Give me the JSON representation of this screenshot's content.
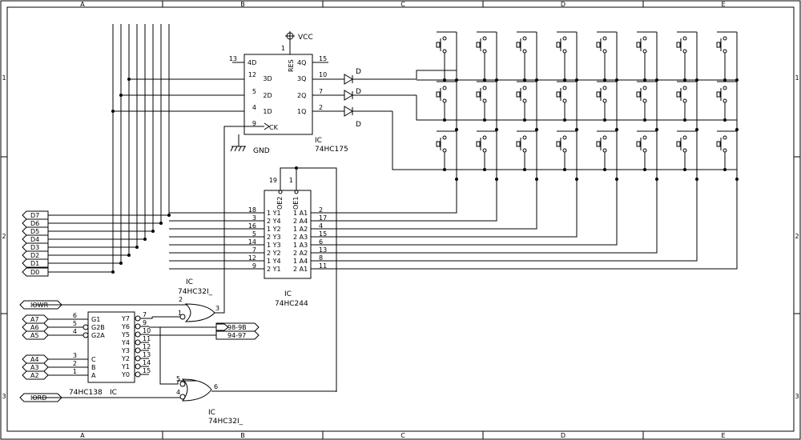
{
  "frame": {
    "columns": [
      "A",
      "B",
      "C",
      "D",
      "E"
    ],
    "rows": [
      "1",
      "2",
      "3"
    ]
  },
  "power": {
    "vcc": "VCC",
    "gnd": "GND"
  },
  "ic175": {
    "ref": "IC",
    "part": "74HC175",
    "res_label": "RES",
    "clk_label": "CK",
    "inputs": [
      {
        "name": "4D",
        "pin": "13"
      },
      {
        "name": "3D",
        "pin": "12"
      },
      {
        "name": "2D",
        "pin": "5"
      },
      {
        "name": "1D",
        "pin": "4"
      }
    ],
    "outputs": [
      {
        "name": "4Q",
        "pin": "15"
      },
      {
        "name": "3Q",
        "pin": "10"
      },
      {
        "name": "2Q",
        "pin": "7"
      },
      {
        "name": "1Q",
        "pin": "2"
      }
    ],
    "clk_pin": "9",
    "res_pin": "1"
  },
  "diodes": [
    "D",
    "D",
    "D"
  ],
  "ic244": {
    "ref": "IC",
    "part": "74HC244",
    "oe": [
      {
        "name": "OE2",
        "pin": "19"
      },
      {
        "name": "OE1",
        "pin": "1"
      }
    ],
    "left": [
      {
        "pin": "18",
        "name": "1 Y1"
      },
      {
        "pin": "3",
        "name": "2 Y4"
      },
      {
        "pin": "16",
        "name": "1 Y2"
      },
      {
        "pin": "5",
        "name": "2 Y3"
      },
      {
        "pin": "14",
        "name": "1 Y3"
      },
      {
        "pin": "7",
        "name": "2 Y2"
      },
      {
        "pin": "12",
        "name": "1 Y4"
      },
      {
        "pin": "9",
        "name": "2 Y1"
      }
    ],
    "right": [
      {
        "pin": "2",
        "name": "1 A1"
      },
      {
        "pin": "17",
        "name": "2 A4"
      },
      {
        "pin": "4",
        "name": "1 A2"
      },
      {
        "pin": "15",
        "name": "2 A3"
      },
      {
        "pin": "6",
        "name": "1 A3"
      },
      {
        "pin": "13",
        "name": "2 A2"
      },
      {
        "pin": "8",
        "name": "1 A4"
      },
      {
        "pin": "11",
        "name": "2 A1"
      }
    ]
  },
  "databus": [
    "D7",
    "D6",
    "D5",
    "D4",
    "D3",
    "D2",
    "D1",
    "D0"
  ],
  "ic138": {
    "part": "74HC138",
    "ref": "IC",
    "enables": [
      {
        "sig": "A7",
        "name": "G1",
        "pin": "6"
      },
      {
        "sig": "A6",
        "name": "G2B",
        "pin": "5"
      },
      {
        "sig": "A5",
        "name": "G2A",
        "pin": "4"
      }
    ],
    "selects": [
      {
        "sig": "A4",
        "name": "C",
        "pin": "3"
      },
      {
        "sig": "A3",
        "name": "B",
        "pin": "2"
      },
      {
        "sig": "A2",
        "name": "A",
        "pin": "1"
      }
    ],
    "outputs": [
      {
        "name": "Y7",
        "pin": "7"
      },
      {
        "name": "Y6",
        "pin": "9"
      },
      {
        "name": "Y5",
        "pin": "10"
      },
      {
        "name": "Y4",
        "pin": "11"
      },
      {
        "name": "Y3",
        "pin": "12"
      },
      {
        "name": "Y2",
        "pin": "13"
      },
      {
        "name": "Y1",
        "pin": "14"
      },
      {
        "name": "Y0",
        "pin": "15"
      }
    ]
  },
  "gate_top": {
    "ref": "IC",
    "part": "74HC32I_",
    "pins": [
      "2",
      "1",
      "3"
    ]
  },
  "gate_bot": {
    "ref": "IC",
    "part": "74HC32I_",
    "pins": [
      "5",
      "4",
      "6"
    ]
  },
  "signals": {
    "iowr": "IOWR",
    "iord": "IORD"
  },
  "addr_labels": [
    "98-9B",
    "94-97"
  ]
}
